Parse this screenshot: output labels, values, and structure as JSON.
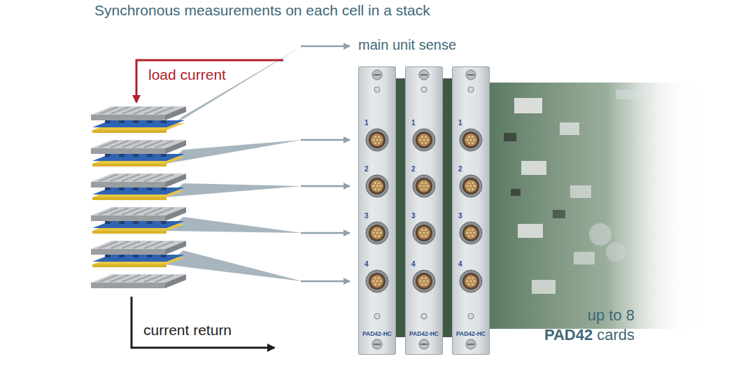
{
  "diagram": {
    "title": "Synchronous measurements on each cell in a stack",
    "nodes": [
      {
        "text": [
          "1",
          "2",
          "3",
          "4",
          "PAD42-HC"
        ]
      },
      {
        "text": [
          "1",
          "2",
          "3",
          "4",
          "PAD42-HC"
        ]
      },
      {
        "text": [
          "1",
          "2",
          "3",
          "4",
          "PAD42-HC"
        ]
      }
    ],
    "labels": [
      "main unit sense",
      "load current",
      "current return",
      "up to 8",
      "PAD42",
      "cards"
    ]
  }
}
